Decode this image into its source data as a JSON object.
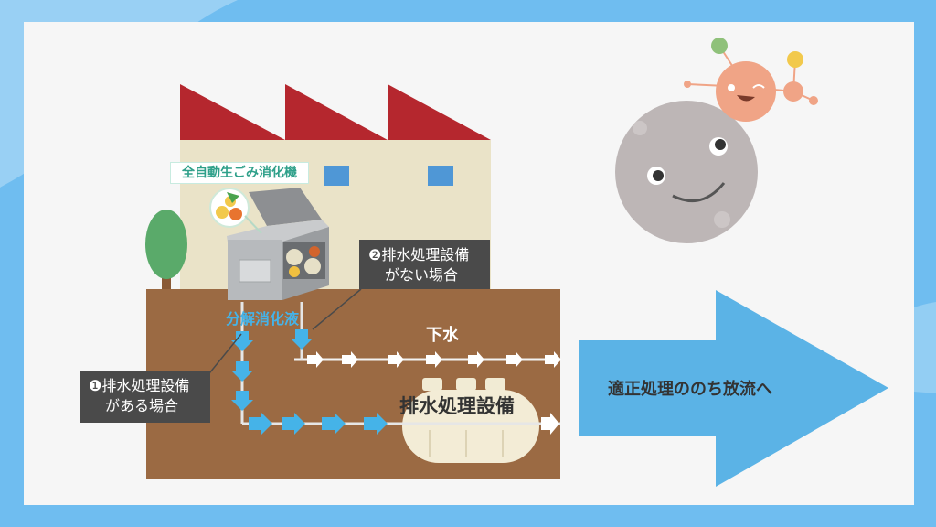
{
  "labels": {
    "machine_name": "全自動生ごみ消化機",
    "digestion_liquid": "分解消化液",
    "sewer": "下水",
    "treatment_facility": "排水処理設備",
    "case1_line1": "❶排水処理設備",
    "case1_line2": "がある場合",
    "case2_line1": "❷排水処理設備",
    "case2_line2": "がない場合",
    "outflow": "適正処理ののち放流へ"
  },
  "colors": {
    "sky": "#6fbdf0",
    "panel": "#f6f6f6",
    "roof": "#b5272e",
    "wall": "#eae3c8",
    "soil": "#9b6a43",
    "flow_blue": "#45b3e8",
    "arrow_blue": "#5bb3e6",
    "label_box": "#4a4a4a",
    "accent_green": "#2fa08a",
    "planet": "#bdb6b6",
    "small_planet": "#f0a486"
  },
  "icons": [
    "factory-icon",
    "tree-icon",
    "digester-machine-icon",
    "vegetables-icon",
    "septic-tank-icon",
    "planet-mascot-icon",
    "molecule-mascot-icon",
    "flow-arrow-icon"
  ]
}
